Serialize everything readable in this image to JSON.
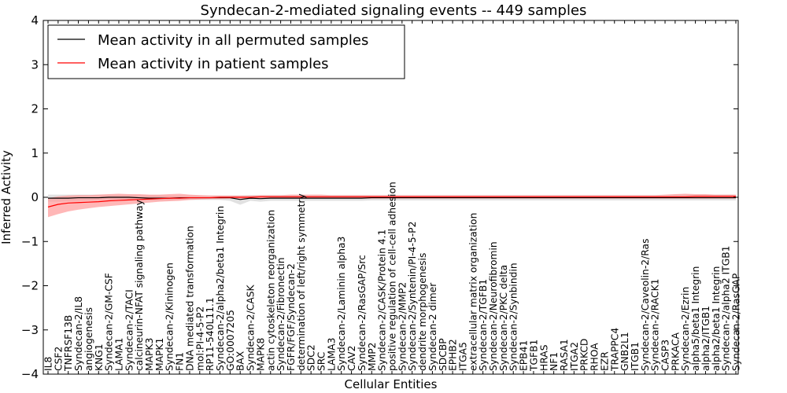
{
  "chart_data": {
    "type": "line",
    "title": "Syndecan-2-mediated signaling events -- 449 samples",
    "xlabel": "Cellular Entities",
    "ylabel": "Inferred Activity",
    "ylim": [
      -4,
      4
    ],
    "yticks": [
      -4,
      -3,
      -2,
      -1,
      0,
      1,
      2,
      3,
      4
    ],
    "ytick_labels": [
      "−4",
      "−3",
      "−2",
      "−1",
      "0",
      "1",
      "2",
      "3",
      "4"
    ],
    "grid": false,
    "legend_position": "top-left",
    "categories": [
      "IL8",
      "CSF2",
      "TNFRSF13B",
      "Syndecan-2/IL8",
      "angiogenesis",
      "KNG1",
      "Syndecan-2/GM-CSF",
      "LAMA1",
      "Syndecan-2/TACI",
      "calcineurin-NFAT signaling pathway",
      "MAPK3",
      "MAPK1",
      "Syndecan-2/Kininogen",
      "FN1",
      "DNA mediated transformation",
      "mol:PI-4-5-P2",
      "RP11-540L11.1",
      "Syndecan-2/alpha2/beta1 Integrin",
      "GO:0007205",
      "BAX",
      "Syndecan-2/CASK",
      "MAPK8",
      "actin cytoskeleton reorganization",
      "Syndecan-2/Fibronectin",
      "FGFR/FGF/Syndecan-2",
      "determination of left/right symmetry",
      "SDC2",
      "SRC",
      "LAMA3",
      "Syndecan-2/Laminin alpha3",
      "CAV2",
      "Syndecan-2/RasGAP/Src",
      "MMP2",
      "Syndecan-2/CASK/Protein 4.1",
      "positive regulation of cell-cell adhesion",
      "Syndecan-2/MMP2",
      "Syndecan-2/Syntenin/PI-4-5-P2",
      "dendrite morphogenesis",
      "Syndecan-2 dimer",
      "SDCBP",
      "EPHB2",
      "ITGA5",
      "extracellular matrix organization",
      "Syndecan-2/TGFB1",
      "Syndecan-2/Neurofibromin",
      "Syndecan-2/PKC delta",
      "Syndecan-2/Synbindin",
      "EPB41",
      "TGFB1",
      "HRAS",
      "NF1",
      "RASA1",
      "ITGA2",
      "PRKCD",
      "RHOA",
      "EZR",
      "TRAPPC4",
      "GNB2L1",
      "ITGB1",
      "Syndecan-2/Caveolin-2/Ras",
      "Syndecan-2/RACK1",
      "CASP3",
      "PRKACA",
      "Syndecan-2/Ezrin",
      "alpha5/beta1 Integrin",
      "alpha2/ITGB1",
      "alpha2/beta1 Integrin",
      "Syndecan-2/alpha2 ITGB1",
      "Syndecan-2/RasGAP"
    ],
    "series": [
      {
        "name": "Mean activity in all permuted samples",
        "color": "#000000",
        "band_color": "#c8c8c8",
        "values": [
          -0.02,
          -0.02,
          -0.02,
          -0.01,
          -0.01,
          -0.01,
          0,
          0,
          0,
          -0.01,
          -0.02,
          -0.02,
          -0.02,
          -0.01,
          -0.01,
          -0.01,
          -0.01,
          -0.01,
          -0.01,
          -0.05,
          -0.02,
          -0.03,
          -0.02,
          -0.02,
          -0.02,
          -0.02,
          -0.02,
          -0.02,
          -0.02,
          -0.02,
          -0.02,
          -0.02,
          -0.01,
          -0.01,
          -0.01,
          -0.01,
          -0.01,
          -0.01,
          -0.01,
          -0.01,
          -0.01,
          -0.01,
          -0.01,
          -0.01,
          -0.01,
          -0.01,
          -0.01,
          -0.01,
          -0.01,
          -0.01,
          -0.01,
          -0.01,
          -0.01,
          -0.01,
          -0.01,
          -0.01,
          -0.01,
          -0.01,
          -0.01,
          -0.01,
          -0.01,
          -0.01,
          -0.01,
          -0.01,
          -0.01,
          -0.01,
          -0.01,
          -0.01,
          -0.01
        ],
        "upper": [
          0.06,
          0.06,
          0.06,
          0.06,
          0.06,
          0.06,
          0.06,
          0.06,
          0.06,
          0.05,
          0.05,
          0.05,
          0.04,
          0.04,
          0.04,
          0.04,
          0.04,
          0.04,
          0.04,
          0.04,
          0.05,
          0.05,
          0.05,
          0.05,
          0.05,
          0.05,
          0.05,
          0.05,
          0.05,
          0.05,
          0.05,
          0.05,
          0.05,
          0.05,
          0.05,
          0.05,
          0.05,
          0.05,
          0.05,
          0.05,
          0.05,
          0.05,
          0.05,
          0.05,
          0.05,
          0.05,
          0.05,
          0.05,
          0.05,
          0.05,
          0.05,
          0.05,
          0.05,
          0.05,
          0.05,
          0.05,
          0.05,
          0.05,
          0.05,
          0.05,
          0.05,
          0.05,
          0.06,
          0.06,
          0.06,
          0.06,
          0.06,
          0.06,
          0.06
        ],
        "lower": [
          -0.1,
          -0.1,
          -0.09,
          -0.08,
          -0.07,
          -0.06,
          -0.05,
          -0.05,
          -0.05,
          -0.06,
          -0.07,
          -0.07,
          -0.07,
          -0.06,
          -0.06,
          -0.06,
          -0.06,
          -0.06,
          -0.08,
          -0.17,
          -0.08,
          -0.1,
          -0.08,
          -0.08,
          -0.08,
          -0.08,
          -0.08,
          -0.08,
          -0.08,
          -0.08,
          -0.08,
          -0.08,
          -0.07,
          -0.07,
          -0.07,
          -0.07,
          -0.07,
          -0.07,
          -0.07,
          -0.07,
          -0.07,
          -0.07,
          -0.07,
          -0.07,
          -0.07,
          -0.07,
          -0.07,
          -0.07,
          -0.07,
          -0.07,
          -0.07,
          -0.07,
          -0.07,
          -0.07,
          -0.07,
          -0.07,
          -0.07,
          -0.07,
          -0.07,
          -0.07,
          -0.07,
          -0.07,
          -0.07,
          -0.07,
          -0.07,
          -0.07,
          -0.07,
          -0.07,
          -0.07
        ]
      },
      {
        "name": "Mean activity in patient samples",
        "color": "#ff0000",
        "band_color": "#ff9999",
        "values": [
          -0.22,
          -0.16,
          -0.13,
          -0.12,
          -0.11,
          -0.1,
          -0.08,
          -0.07,
          -0.06,
          -0.05,
          -0.04,
          -0.03,
          -0.02,
          -0.02,
          -0.01,
          -0.01,
          -0.01,
          0,
          0,
          0,
          0,
          0.01,
          0.01,
          0.01,
          0.01,
          0.01,
          0.01,
          0.01,
          0.01,
          0.01,
          0.01,
          0.01,
          0.01,
          0.01,
          0.01,
          0.01,
          0.01,
          0.01,
          0.01,
          0.01,
          0.01,
          0.01,
          0.01,
          0.01,
          0.01,
          0.01,
          0.01,
          0.01,
          0.01,
          0.01,
          0.01,
          0.01,
          0.01,
          0.01,
          0.01,
          0.01,
          0.01,
          0.01,
          0.01,
          0.01,
          0.01,
          0.01,
          0.01,
          0.01,
          0.02,
          0.02,
          0.02,
          0.02,
          0.02
        ],
        "upper": [
          -0.02,
          0.02,
          0.04,
          0.05,
          0.05,
          0.06,
          0.07,
          0.08,
          0.07,
          0.07,
          0.06,
          0.06,
          0.07,
          0.08,
          0.06,
          0.05,
          0.04,
          0.04,
          0.04,
          0.04,
          0.04,
          0.05,
          0.05,
          0.05,
          0.06,
          0.06,
          0.06,
          0.06,
          0.05,
          0.05,
          0.05,
          0.05,
          0.05,
          0.05,
          0.05,
          0.05,
          0.05,
          0.05,
          0.05,
          0.05,
          0.05,
          0.05,
          0.05,
          0.05,
          0.05,
          0.05,
          0.05,
          0.05,
          0.05,
          0.05,
          0.05,
          0.05,
          0.05,
          0.05,
          0.05,
          0.05,
          0.05,
          0.05,
          0.05,
          0.05,
          0.05,
          0.06,
          0.07,
          0.08,
          0.07,
          0.07,
          0.06,
          0.06,
          0.06
        ],
        "lower": [
          -0.45,
          -0.38,
          -0.32,
          -0.28,
          -0.25,
          -0.22,
          -0.2,
          -0.18,
          -0.16,
          -0.14,
          -0.12,
          -0.1,
          -0.09,
          -0.08,
          -0.06,
          -0.05,
          -0.04,
          -0.04,
          -0.03,
          -0.03,
          -0.03,
          -0.03,
          -0.03,
          -0.03,
          -0.03,
          -0.03,
          -0.03,
          -0.03,
          -0.03,
          -0.03,
          -0.03,
          -0.03,
          -0.03,
          -0.03,
          -0.03,
          -0.03,
          -0.03,
          -0.03,
          -0.03,
          -0.03,
          -0.03,
          -0.03,
          -0.03,
          -0.03,
          -0.03,
          -0.03,
          -0.03,
          -0.03,
          -0.03,
          -0.03,
          -0.03,
          -0.03,
          -0.03,
          -0.03,
          -0.03,
          -0.03,
          -0.03,
          -0.03,
          -0.03,
          -0.03,
          -0.03,
          -0.03,
          -0.03,
          -0.03,
          -0.03,
          -0.03,
          -0.03,
          -0.03,
          -0.03
        ]
      }
    ]
  }
}
